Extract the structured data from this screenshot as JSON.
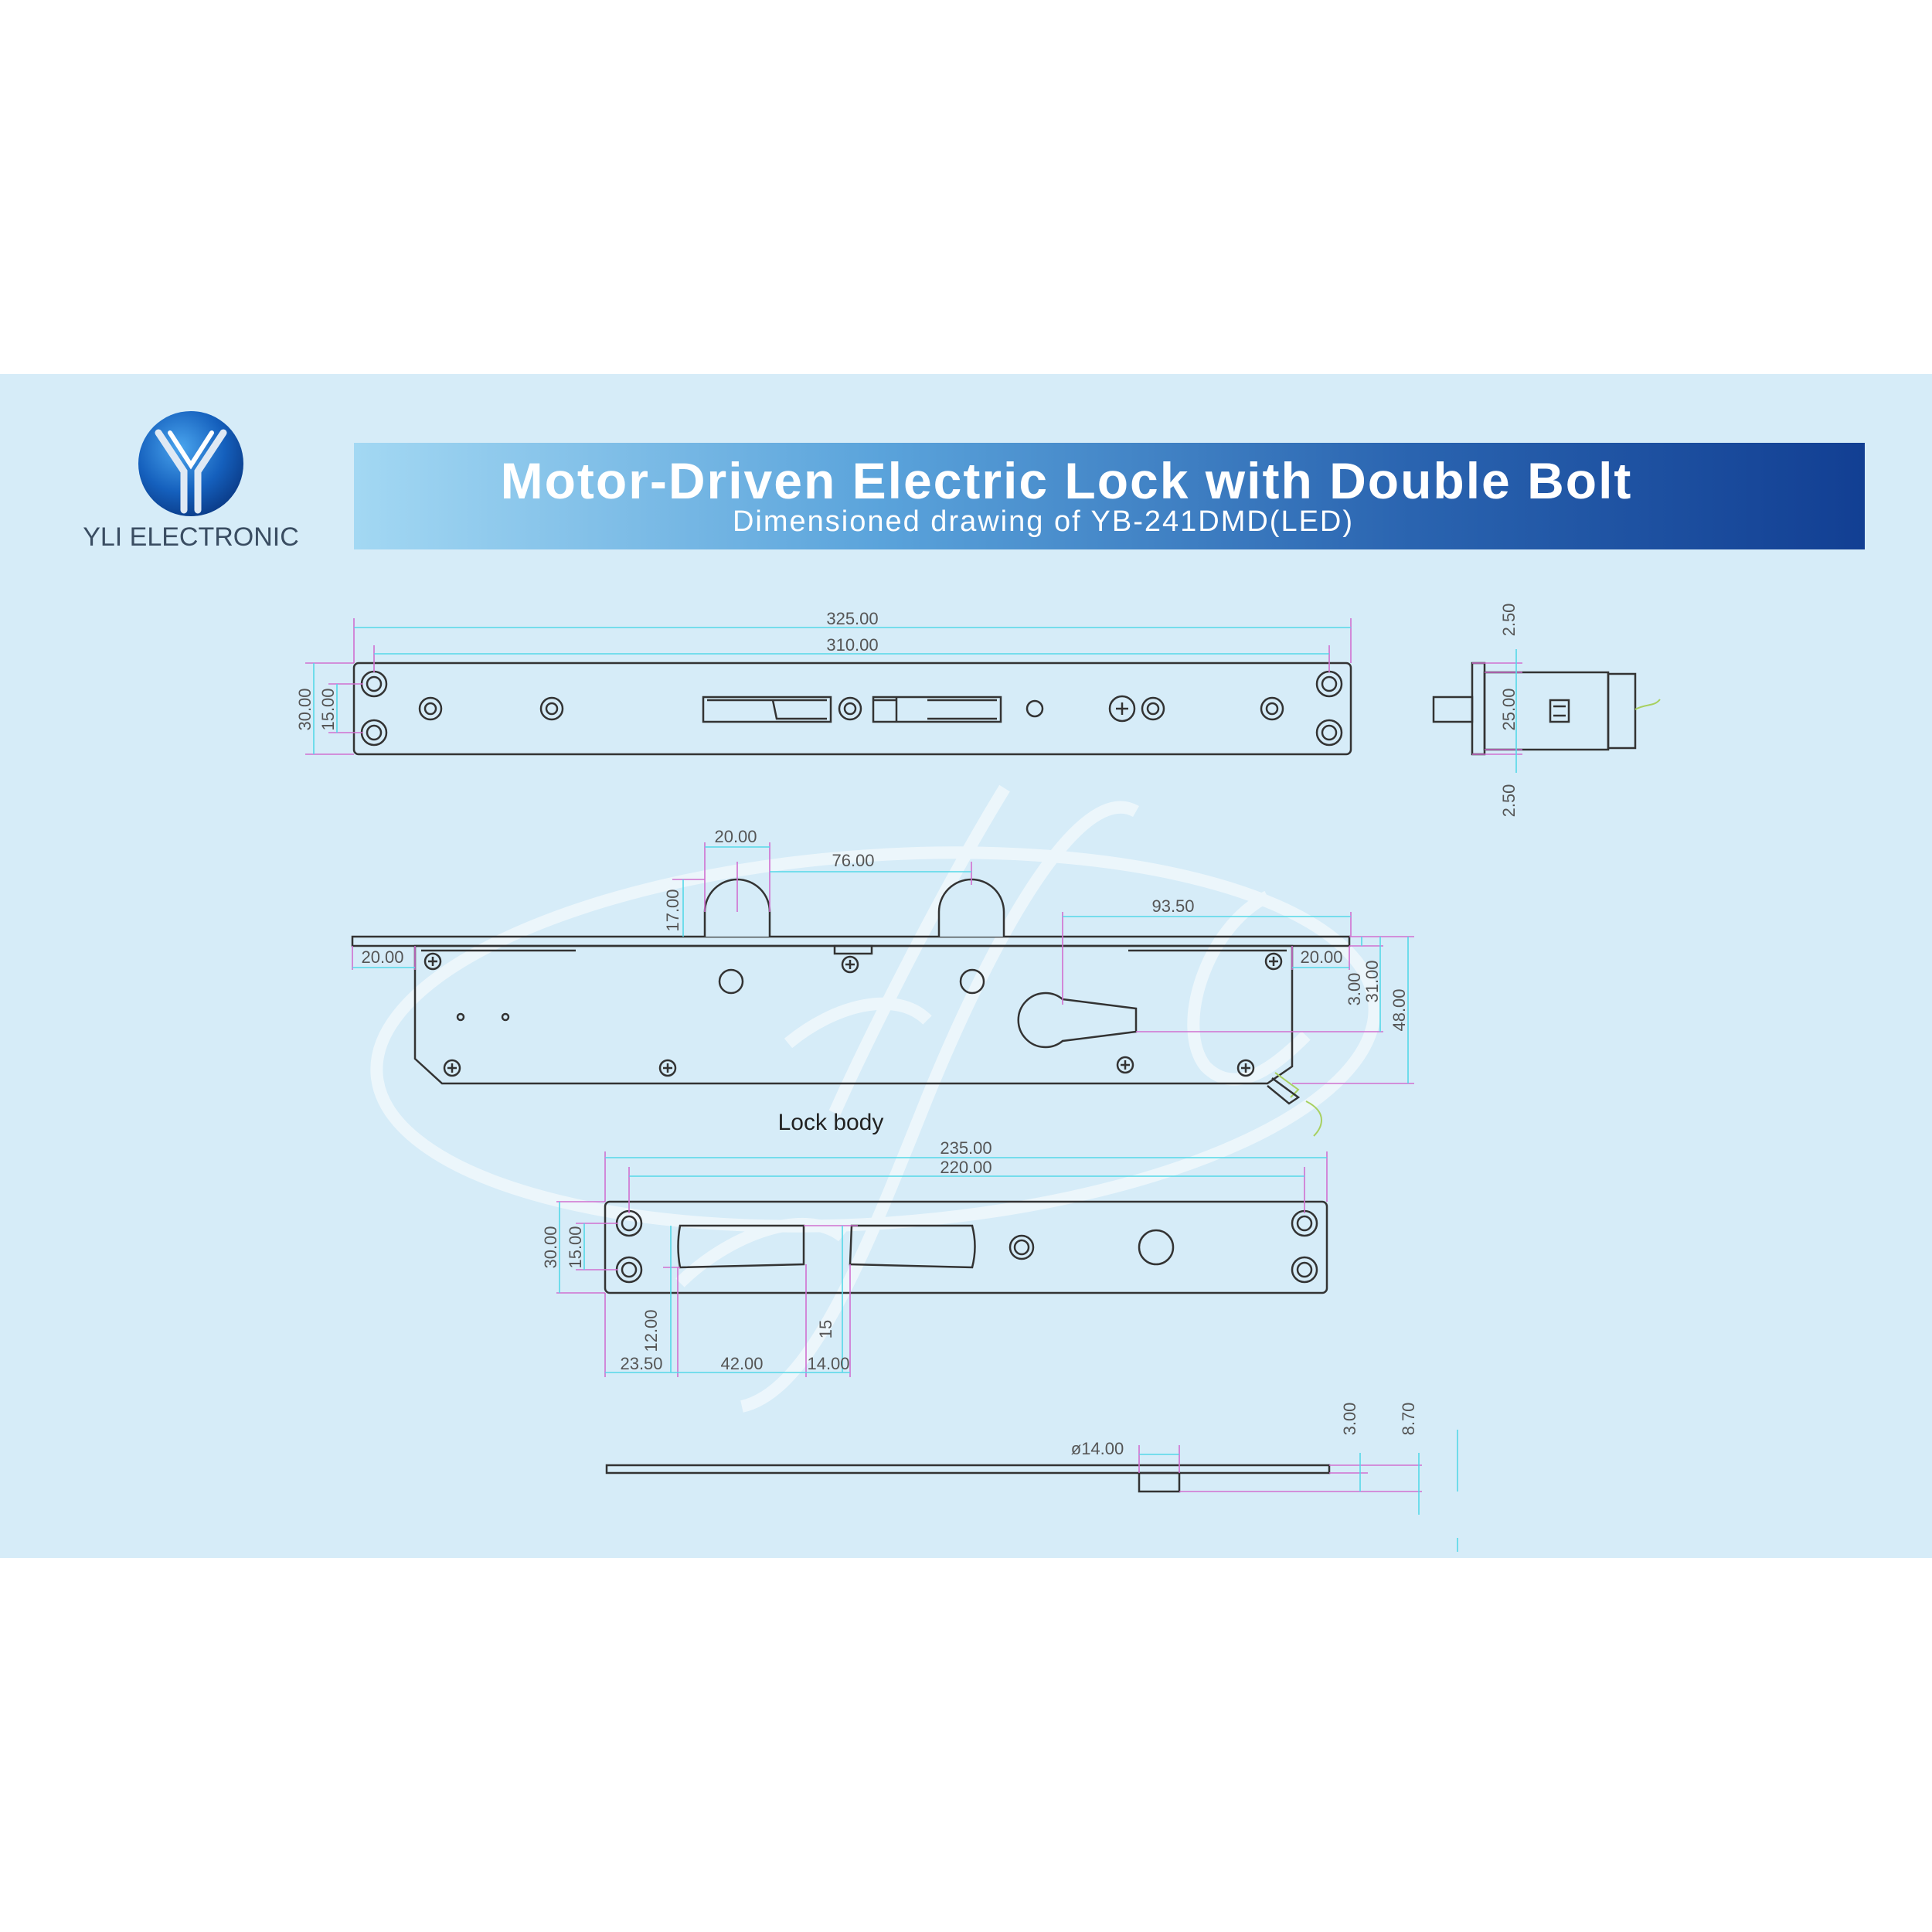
{
  "brand": {
    "logo_letter": "Y",
    "name": "YLI ELECTRONIC"
  },
  "banner": {
    "title": "Motor-Driven Electric Lock with Double Bolt",
    "subtitle": "Dimensioned drawing of YB-241DMD(LED)"
  },
  "colors": {
    "sheet_bg": "#d6ecf8",
    "banner_light": "#9fd6f2",
    "banner_dark": "#123f93",
    "dimension_line": "#55d8e8",
    "dimension_extension": "#d070d0",
    "outline": "#333333"
  },
  "icons": {
    "logo": "yli-y-logo-icon",
    "watermark": "yli-script-watermark-icon"
  },
  "faceplate_top": {
    "length_overall": "325.00",
    "hole_spacing": "310.00",
    "width": "30.00",
    "hole_pitch": "15.00"
  },
  "side_view": {
    "top_margin": "2.50",
    "body_height": "25.00",
    "bottom_margin": "2.50"
  },
  "lock_body": {
    "label": "Lock body",
    "bolt_width": "20.00",
    "bolt_spacing": "76.00",
    "bolt_projection": "17.00",
    "left_offset": "20.00",
    "right_offset": "20.00",
    "cylinder_offset": "93.50",
    "top_gap": "3.00",
    "cylinder_height": "31.00",
    "body_depth": "48.00"
  },
  "strike_plate": {
    "length_overall": "235.00",
    "hole_spacing": "220.00",
    "width": "30.00",
    "hole_pitch": "15.00",
    "slot_height": "12.00",
    "slot2_height": "15",
    "edge_to_slot": "23.50",
    "slot_length": "42.00",
    "slot2_offset": "14.00"
  },
  "strike_side": {
    "boss_diameter": "ø14.00",
    "plate_thickness": "3.00",
    "total_height": "8.70"
  }
}
